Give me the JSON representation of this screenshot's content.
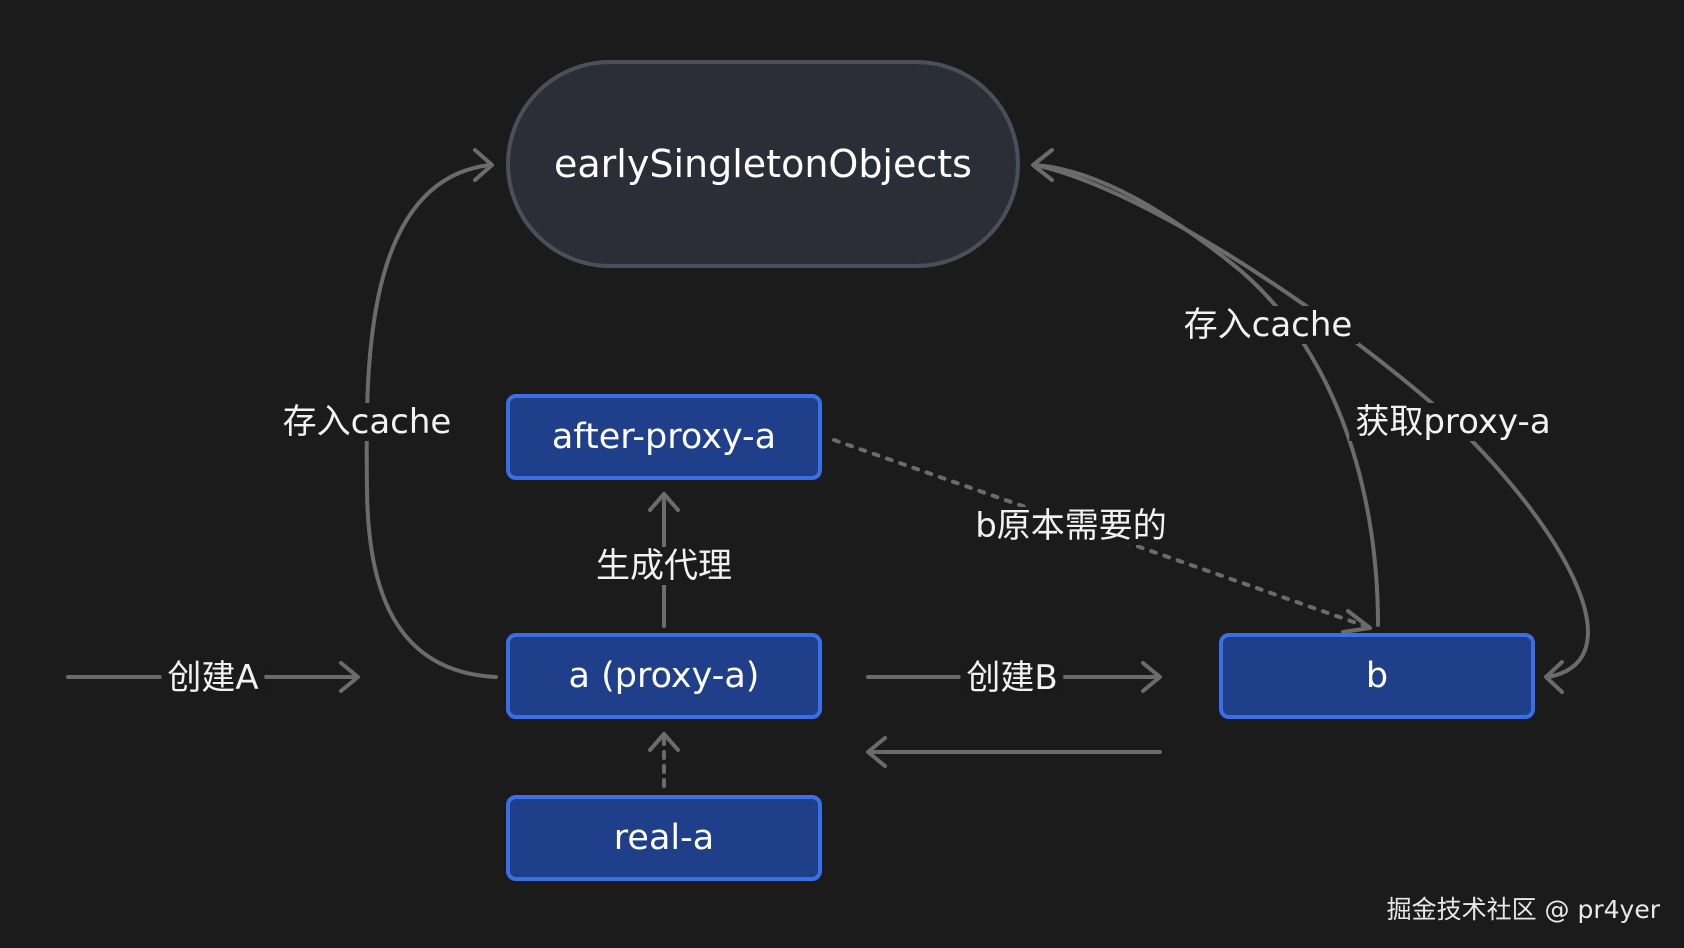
{
  "nodes": {
    "early": "earlySingletonObjects",
    "after_proxy": "after-proxy-a",
    "a_proxy": "a (proxy-a)",
    "real_a": "real-a",
    "b": "b"
  },
  "labels": {
    "create_a": "创建A",
    "create_b": "创建B",
    "store_cache_left": "存入cache",
    "store_cache_right": "存入cache",
    "get_proxy": "获取proxy-a",
    "gen_proxy": "生成代理",
    "b_needs": "b原本需要的"
  },
  "watermark": "掘金技术社区 @ pr4yer",
  "colors": {
    "background": "#1b1b1c",
    "box_fill": "#1f3f8a",
    "box_border": "#3a6fe6",
    "pill_fill": "#2b2e36",
    "pill_border": "#4b4f59",
    "arrow": "#6b6b6b",
    "text": "#f2f2f2"
  }
}
